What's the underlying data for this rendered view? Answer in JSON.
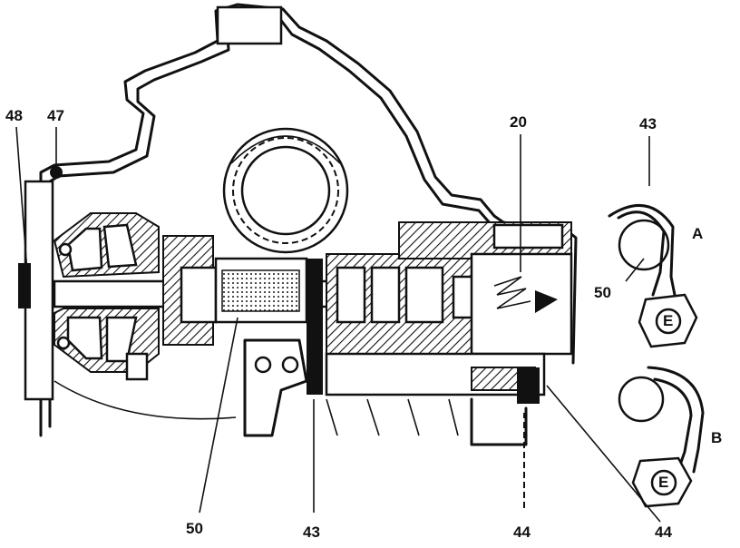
{
  "labels": {
    "l48": "48",
    "l47": "47",
    "l20": "20",
    "l43_top": "43",
    "l_A": "A",
    "l50_detail": "50",
    "l_B": "B",
    "l50_bottom": "50",
    "l43_bottom": "43",
    "l44_left": "44",
    "l44_right": "44"
  }
}
